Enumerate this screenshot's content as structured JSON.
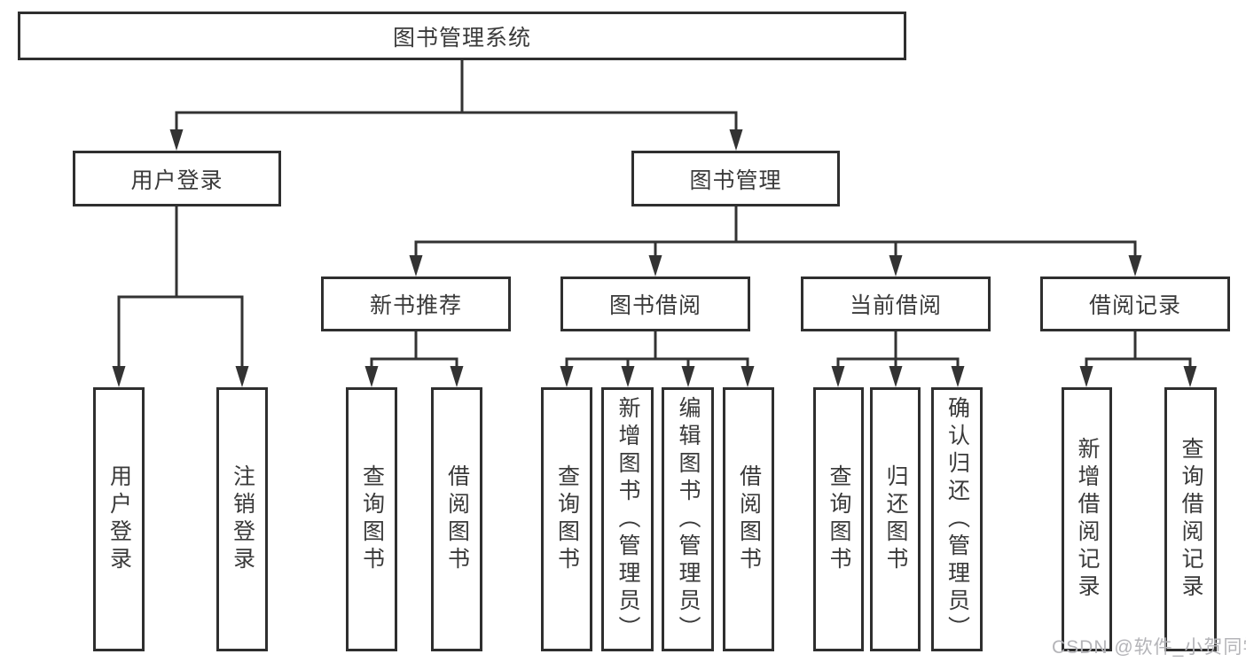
{
  "diagram": {
    "root": "图书管理系统",
    "level2": {
      "userLogin": "用户登录",
      "bookMgmt": "图书管理"
    },
    "level3": {
      "newBookRecommend": "新书推荐",
      "bookBorrow": "图书借阅",
      "currentBorrow": "当前借阅",
      "borrowRecords": "借阅记录"
    },
    "leaves": [
      "用户登录",
      "注销登录",
      "查询图书",
      "借阅图书",
      "查询图书",
      "新增图书（管理员）",
      "编辑图书（管理员）",
      "借阅图书",
      "查询图书",
      "归还图书",
      "确认归还（管理员）",
      "新增借阅记录",
      "查询借阅记录"
    ]
  },
  "colors": {
    "line": "#333333",
    "border": "#2f2f2f",
    "text": "#3a3a3a",
    "watermark": "#b4b4b8",
    "background": "#ffffff"
  },
  "watermark": {
    "text": "CSDN @软件_小贺同学"
  }
}
